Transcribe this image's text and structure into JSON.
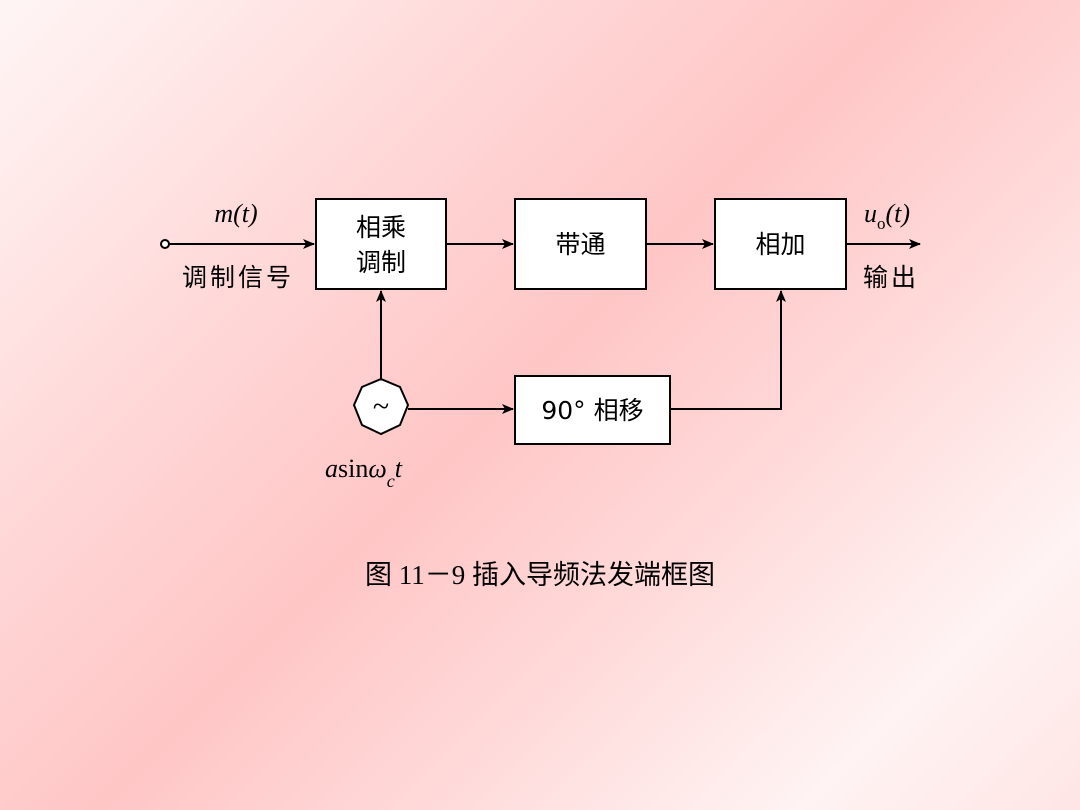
{
  "diagram": {
    "input_signal": "m(t)",
    "input_label": "调制信号",
    "block_multiplier_line1": "相乘",
    "block_multiplier_line2": "调制",
    "block_bandpass": "带通",
    "block_adder": "相加",
    "block_phase_shift": "90° 相移",
    "oscillator_symbol": "~",
    "carrier_a": "a",
    "carrier_sin": "sin",
    "carrier_omega": "ω",
    "carrier_sub": "c",
    "carrier_t": "t",
    "output_u": "u",
    "output_sub": "o",
    "output_t": "(t)",
    "output_label": "输出"
  },
  "caption": "图 11－9 插入导频法发端框图"
}
